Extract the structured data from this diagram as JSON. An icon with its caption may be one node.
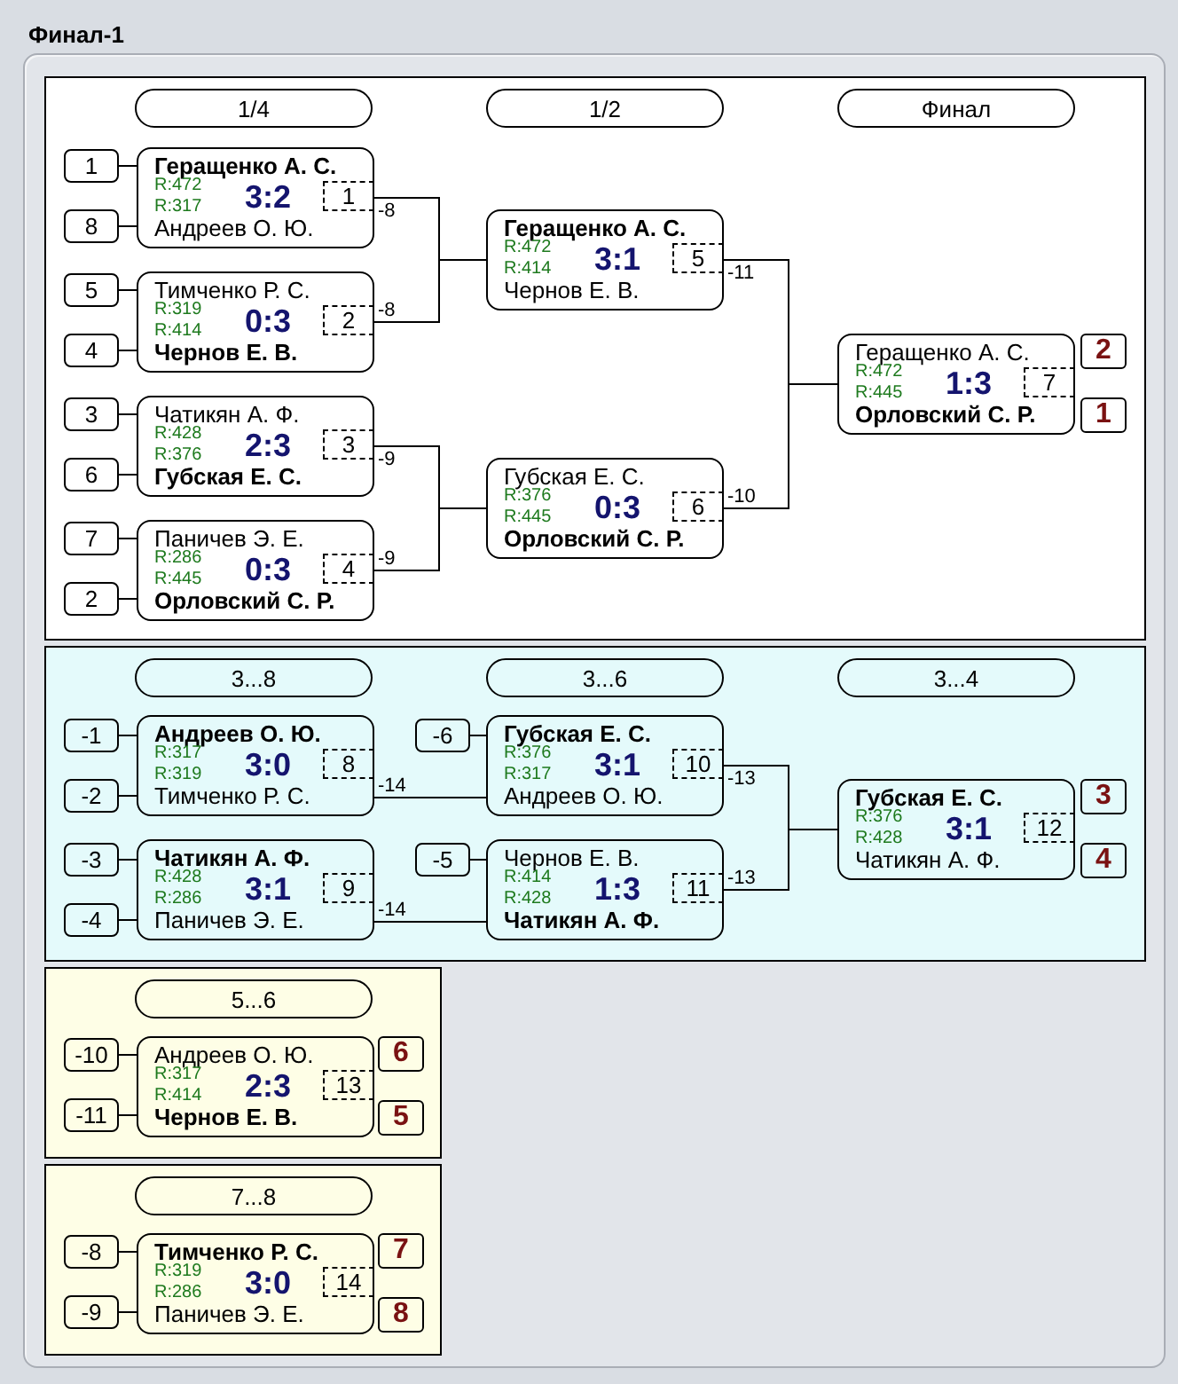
{
  "diagram": {
    "title": "Финал-1",
    "nodes": [
      {
        "text": [],
        "shape": "box"
      },
      {
        "text": [
          "1/4"
        ],
        "in": 0
      },
      {
        "text": [
          "1/2"
        ],
        "in": 0
      },
      {
        "text": [
          "Финал"
        ],
        "in": 0
      },
      {
        "text": [
          "1"
        ],
        "in": 0
      },
      {
        "text": [
          "8"
        ],
        "in": 0
      },
      {
        "text": [
          "Геращенко А. С.",
          "R:472",
          "R:317",
          "3:2",
          "Андреев О. Ю."
        ],
        "in": 0
      },
      {
        "text": [
          "1"
        ],
        "in": 6
      },
      {
        "text": [
          "5"
        ],
        "in": 0
      },
      {
        "text": [
          "4"
        ],
        "in": 0
      },
      {
        "text": [
          "Тимченко Р. С.",
          "R:319",
          "R:414",
          "0:3",
          "Чернов Е. В."
        ],
        "in": 0
      },
      {
        "text": [
          "2"
        ],
        "in": 10
      },
      {
        "text": [
          "3"
        ],
        "in": 0
      },
      {
        "text": [
          "6"
        ],
        "in": 0
      },
      {
        "text": [
          "Чатикян А. Ф.",
          "R:428",
          "R:376",
          "2:3",
          "Губская Е. С."
        ],
        "in": 0
      },
      {
        "text": [
          "3"
        ],
        "in": 14
      },
      {
        "text": [
          "7"
        ],
        "in": 0
      },
      {
        "text": [
          "2"
        ],
        "in": 0
      },
      {
        "text": [
          "Паничев Э. Е.",
          "R:286",
          "R:445",
          "0:3",
          "Орловский С. Р."
        ],
        "in": 0
      },
      {
        "text": [
          "4"
        ],
        "in": 18
      },
      {
        "text": [
          "Геращенко А. С.",
          "R:472",
          "R:414",
          "3:1",
          "Чернов Е. В."
        ],
        "in": 0
      },
      {
        "text": [
          "5"
        ],
        "in": 20
      },
      {
        "text": [
          "Губская Е. С.",
          "R:376",
          "R:445",
          "0:3",
          "Орловский С. Р."
        ],
        "in": 0
      },
      {
        "text": [
          "6"
        ],
        "in": 22
      },
      {
        "text": [
          "Геращенко А. С.",
          "R:472",
          "R:445",
          "1:3",
          "Орловский С. Р."
        ],
        "in": 0
      },
      {
        "text": [
          "7"
        ],
        "in": 24
      },
      {
        "text": [
          "2"
        ],
        "in": 0
      },
      {
        "text": [
          "1"
        ],
        "in": 0
      },
      {
        "text": [],
        "shape": "box"
      },
      {
        "text": [
          "3...8"
        ],
        "in": 28
      },
      {
        "text": [
          "3...6"
        ],
        "in": 28
      },
      {
        "text": [
          "3...4"
        ],
        "in": 28
      },
      {
        "text": [
          "-1"
        ],
        "in": 28
      },
      {
        "text": [
          "-2"
        ],
        "in": 28
      },
      {
        "text": [
          "Андреев О. Ю.",
          "R:317",
          "R:319",
          "3:0",
          "Тимченко Р. С."
        ],
        "in": 28
      },
      {
        "text": [
          "8"
        ],
        "in": 34
      },
      {
        "text": [
          "-3"
        ],
        "in": 28
      },
      {
        "text": [
          "-4"
        ],
        "in": 28
      },
      {
        "text": [
          "Чатикян А. Ф.",
          "R:428",
          "R:286",
          "3:1",
          "Паничев Э. Е."
        ],
        "in": 28
      },
      {
        "text": [
          "9"
        ],
        "in": 38
      },
      {
        "text": [
          "-6"
        ],
        "in": 28
      },
      {
        "text": [
          "Губская Е. С.",
          "R:376",
          "R:317",
          "3:1",
          "Андреев О. Ю."
        ],
        "in": 28
      },
      {
        "text": [
          "10"
        ],
        "in": 41
      },
      {
        "text": [
          "-5"
        ],
        "in": 28
      },
      {
        "text": [
          "Чернов Е. В.",
          "R:414",
          "R:428",
          "1:3",
          "Чатикян А. Ф."
        ],
        "in": 28
      },
      {
        "text": [
          "11"
        ],
        "in": 44
      },
      {
        "text": [
          "Губская Е. С.",
          "R:376",
          "R:428",
          "3:1",
          "Чатикян А. Ф."
        ],
        "in": 28
      },
      {
        "text": [
          "12"
        ],
        "in": 46
      },
      {
        "text": [
          "3"
        ],
        "in": 28
      },
      {
        "text": [
          "4"
        ],
        "in": 28
      },
      {
        "text": [],
        "shape": "box"
      },
      {
        "text": [
          "5...6"
        ],
        "in": 50
      },
      {
        "text": [
          "-10"
        ],
        "in": 50
      },
      {
        "text": [
          "-11"
        ],
        "in": 50
      },
      {
        "text": [
          "Андреев О. Ю.",
          "R:317",
          "R:414",
          "2:3",
          "Чернов Е. В."
        ],
        "in": 50
      },
      {
        "text": [
          "13"
        ],
        "in": 54
      },
      {
        "text": [
          "6"
        ],
        "in": 50
      },
      {
        "text": [
          "5"
        ],
        "in": 50
      },
      {
        "text": [],
        "shape": "box"
      },
      {
        "text": [
          "7...8"
        ],
        "in": 58
      },
      {
        "text": [
          "-8"
        ],
        "in": 58
      },
      {
        "text": [
          "-9"
        ],
        "in": 58
      },
      {
        "text": [
          "Тимченко Р. С.",
          "R:319",
          "R:286",
          "3:0",
          "Паничев Э. Е."
        ],
        "in": 58
      },
      {
        "text": [
          "14"
        ],
        "in": 62
      },
      {
        "text": [
          "7"
        ],
        "in": 58
      },
      {
        "text": [
          "8"
        ],
        "in": 58
      }
    ],
    "edges": [
      {
        "from": 4,
        "to": 6,
        "arrow": "none"
      },
      {
        "from": 5,
        "to": 6,
        "arrow": "none"
      },
      {
        "from": 8,
        "to": 10,
        "arrow": "none"
      },
      {
        "from": 9,
        "to": 10,
        "arrow": "none"
      },
      {
        "from": 12,
        "to": 14,
        "arrow": "none"
      },
      {
        "from": 13,
        "to": 14,
        "arrow": "none"
      },
      {
        "from": 16,
        "to": 18,
        "arrow": "none"
      },
      {
        "from": 17,
        "to": 18,
        "arrow": "none"
      },
      {
        "from": 6,
        "to": 20,
        "arrow": "none",
        "label": "-8"
      },
      {
        "from": 10,
        "to": 20,
        "arrow": "none",
        "label": "-8"
      },
      {
        "from": 14,
        "to": 22,
        "arrow": "none",
        "label": "-9"
      },
      {
        "from": 18,
        "to": 22,
        "arrow": "none",
        "label": "-9"
      },
      {
        "from": 20,
        "to": 24,
        "arrow": "none",
        "label": "-11"
      },
      {
        "from": 22,
        "to": 24,
        "arrow": "none",
        "label": "-10"
      },
      {
        "from": 32,
        "to": 34,
        "arrow": "none"
      },
      {
        "from": 33,
        "to": 34,
        "arrow": "none"
      },
      {
        "from": 36,
        "to": 38,
        "arrow": "none"
      },
      {
        "from": 37,
        "to": 38,
        "arrow": "none"
      },
      {
        "from": 40,
        "to": 41,
        "arrow": "none"
      },
      {
        "from": 43,
        "to": 44,
        "arrow": "none"
      },
      {
        "from": 34,
        "to": 41,
        "arrow": "none",
        "label": "-14"
      },
      {
        "from": 38,
        "to": 44,
        "arrow": "none",
        "label": "-14"
      },
      {
        "from": 41,
        "to": 46,
        "arrow": "none",
        "label": "-13"
      },
      {
        "from": 44,
        "to": 46,
        "arrow": "none",
        "label": "-13"
      },
      {
        "from": 52,
        "to": 54,
        "arrow": "none"
      },
      {
        "from": 53,
        "to": 54,
        "arrow": "none"
      },
      {
        "from": 60,
        "to": 62,
        "arrow": "none"
      },
      {
        "from": 61,
        "to": 62,
        "arrow": "none"
      }
    ]
  }
}
